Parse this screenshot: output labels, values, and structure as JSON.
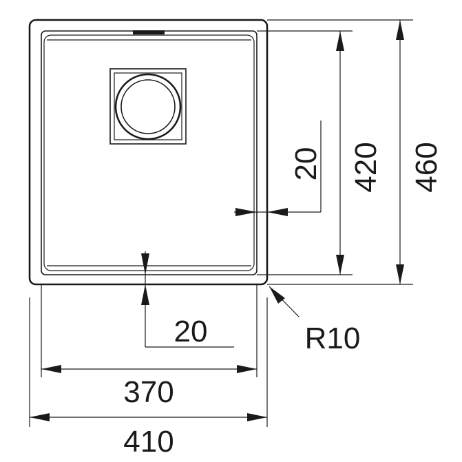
{
  "dimensions": {
    "outer_width": "410",
    "inner_width": "370",
    "outer_depth": "460",
    "inner_depth": "420",
    "side_margin": "20",
    "bottom_margin": "20",
    "corner_radius": "R10"
  }
}
